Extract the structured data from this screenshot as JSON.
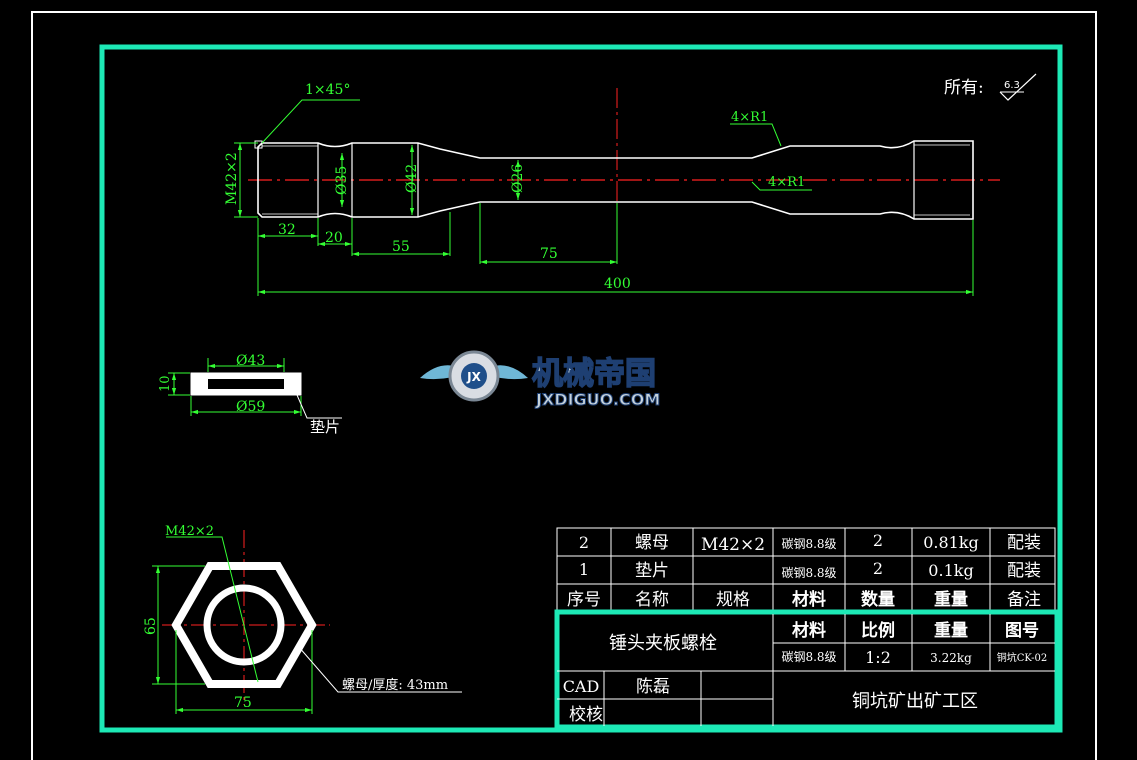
{
  "colors": {
    "background": "#000000",
    "outer_border": "#ffffff",
    "inner_border": "#1de9b6",
    "outline": "#ffffff",
    "dimension": "#33ff33",
    "centerline": "#ff2222",
    "title_text": "#ffffff"
  },
  "roughness": {
    "label": "所有:",
    "value": "6.3"
  },
  "bolt": {
    "chamfer": "1×45°",
    "thread": "M42×2",
    "diameters": [
      "Ø35",
      "Ø42",
      "Ø26"
    ],
    "radius_labels": [
      "4×R1",
      "4×R1"
    ],
    "lengths": [
      "32",
      "20",
      "55",
      "75",
      "400"
    ]
  },
  "washer": {
    "inner_diameter": "Ø43",
    "outer_diameter": "Ø59",
    "thickness": "10",
    "name": "垫片"
  },
  "nut": {
    "thread": "M42×2",
    "height": "65",
    "width": "75",
    "note": "螺母/厚度: 43mm"
  },
  "watermark": {
    "name": "机械帝国",
    "url": "JXDIGUO.COM",
    "emblem": "JX"
  },
  "bom": {
    "rows": [
      [
        "2",
        "螺母",
        "M42×2",
        "碳钢8.8级",
        "2",
        "0.81kg",
        "配装"
      ],
      [
        "1",
        "垫片",
        "",
        "碳钢8.8级",
        "2",
        "0.1kg",
        "配装"
      ]
    ],
    "header": [
      "序号",
      "名称",
      "规格",
      "材料",
      "数量",
      "重量",
      "备注"
    ]
  },
  "title_block": {
    "part_name": "锤头夹板螺栓",
    "labels": [
      "材料",
      "比例",
      "重量",
      "图号"
    ],
    "values": [
      "碳钢8.8级",
      "1:2",
      "3.22kg",
      "铜坑CK-02"
    ],
    "cad_label": "CAD",
    "cad_name": "陈磊",
    "check_label": "校核",
    "company": "铜坑矿出矿工区"
  }
}
